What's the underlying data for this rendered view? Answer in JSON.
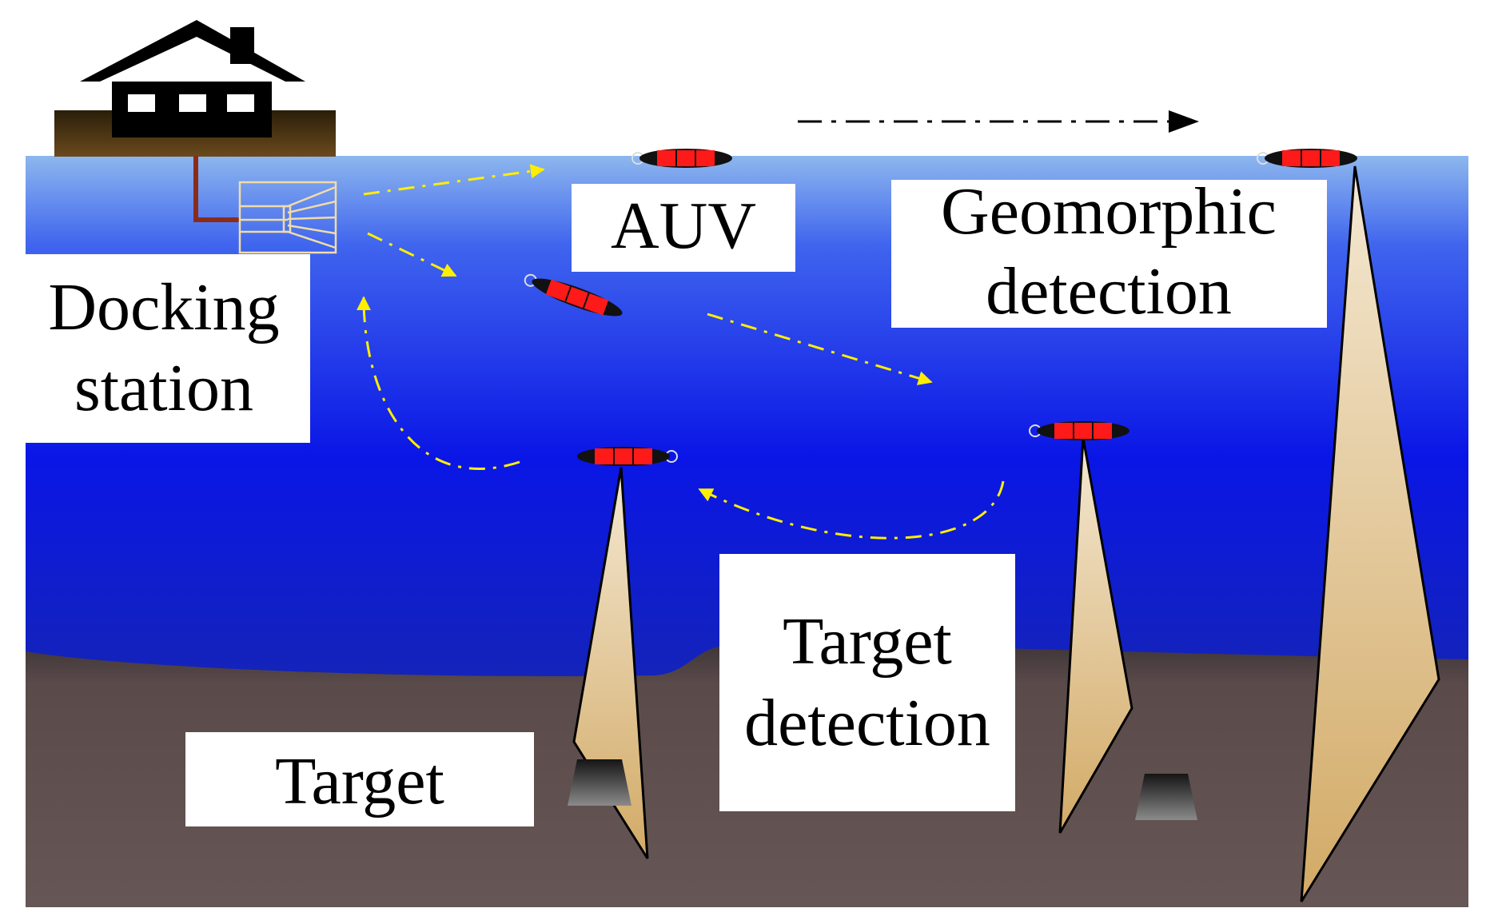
{
  "labels": {
    "docking_line1": "Docking",
    "docking_line2": "station",
    "auv": "AUV",
    "geomorphic_line1": "Geomorphic",
    "geomorphic_line2": "detection",
    "target_detection_line1": "Target",
    "target_detection_line2": "detection",
    "target": "Target"
  },
  "colors": {
    "water_top": "#8db7ee",
    "water_mid": "#0a16e6",
    "water_bottom": "#1f2f6a",
    "seabed": "#5a4a4a",
    "shore": "#3c2c14",
    "auv_body": "#ff1a1a",
    "auv_ends": "#111111",
    "path_arrow": "#ffee00",
    "sonar_beam": "#e0c89a",
    "house": "#000000"
  },
  "icons": {
    "house": "house-icon",
    "docking_cage": "docking-cage-icon",
    "auv": "auv-icon",
    "target": "target-block-icon",
    "direction": "dash-dot-arrow-icon"
  }
}
